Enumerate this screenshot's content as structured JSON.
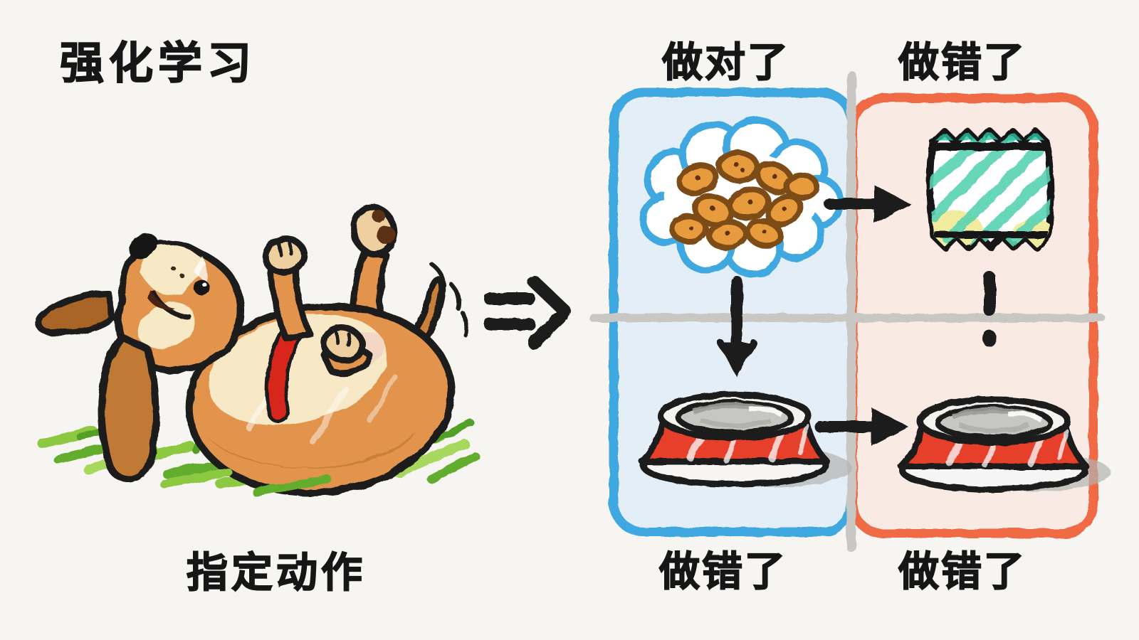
{
  "title": "强化学习",
  "left_scene": {
    "caption": "指定动作",
    "illustration": "dog-lying-on-back-on-grass"
  },
  "matrix": {
    "top_labels": {
      "left": "做对了",
      "right": "做错了"
    },
    "bottom_labels": {
      "left": "做错了",
      "right": "做错了"
    },
    "left_quadrant_content": "thought-bubble-with-treats then empty-red-bowl",
    "right_quadrant_content": "treat-bag then empty-red-bowl"
  },
  "icons": {
    "implies_arrow": "double-right-arrow",
    "thought_bubble": "treats-thought-bubble",
    "treat_bag": "teal-treat-bag",
    "down_arrow_solid": "solid-down-arrow",
    "down_line_dashed": "dashed-down-line",
    "right_arrow_top": "right-arrow",
    "right_arrow_bottom": "right-arrow",
    "bowl": "empty-red-dog-bowl"
  },
  "colors": {
    "background": "#f7f5f1",
    "text": "#161616",
    "panel_left_border": "#3fa8e0",
    "panel_left_fill": "#e4eef6",
    "panel_right_border": "#ef6a45",
    "panel_right_fill": "#f9ebe4",
    "divider_gray": "#c8c7c4",
    "bowl_red": "#e6402b",
    "treat_orange": "#e89b3d",
    "bag_teal": "#58d2b2",
    "grass_green": "#8cc83f",
    "dog_tan": "#e2944e",
    "collar_red": "#d8281e",
    "ink": "#1a1a1a"
  }
}
